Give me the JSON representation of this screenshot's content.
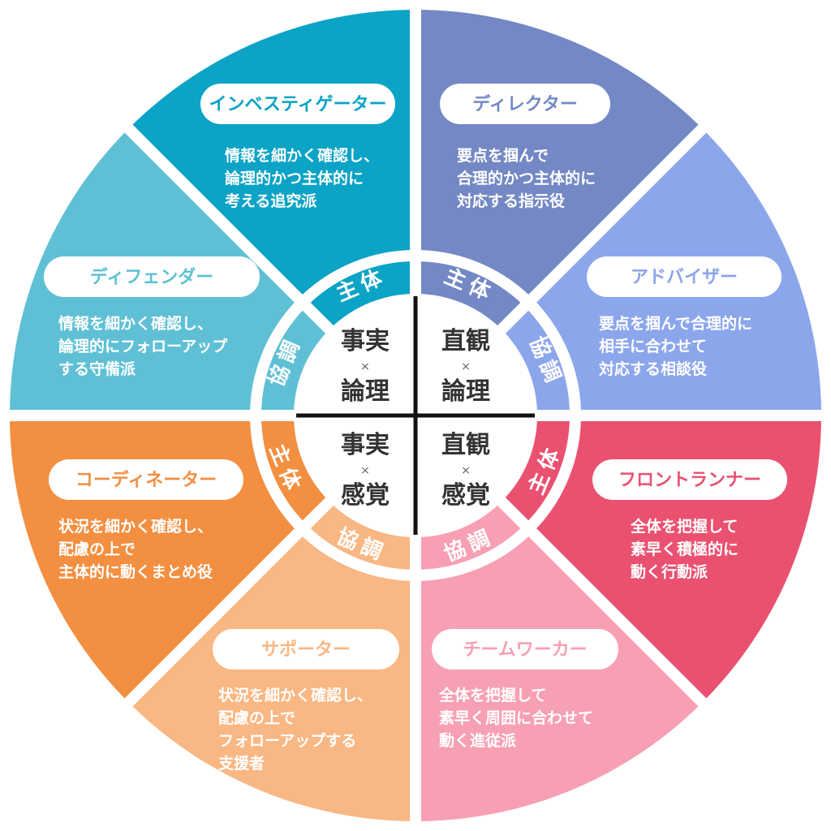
{
  "segments": [
    {
      "id": "investigator",
      "title": "インベスティゲーター",
      "color": "#0ba3c6",
      "desc": [
        "情報を細かく確認し、",
        "論理的かつ主体的に",
        "考える追究派"
      ]
    },
    {
      "id": "director",
      "title": "ディレクター",
      "color": "#7388c4",
      "desc": [
        "要点を掴んで",
        "合理的かつ主体的に",
        "対応する指示役"
      ]
    },
    {
      "id": "adviser",
      "title": "アドバイザー",
      "color": "#8ca6ec",
      "desc": [
        "要点を掴んで合理的に",
        "相手に合わせて",
        "対応する相談役"
      ]
    },
    {
      "id": "frontrunner",
      "title": "フロントランナー",
      "color": "#ea5170",
      "desc": [
        "全体を把握して",
        "素早く積極的に",
        "動く行動派"
      ]
    },
    {
      "id": "teamworker",
      "title": "チームワーカー",
      "color": "#f7a0b4",
      "desc": [
        "全体を把握して",
        "素早く周囲に合わせて",
        "動く進従派"
      ]
    },
    {
      "id": "supporter",
      "title": "サポーター",
      "color": "#f9b783",
      "desc": [
        "状況を細かく確認し、",
        "配慮の上で",
        "フォローアップする",
        "支援者"
      ]
    },
    {
      "id": "coordinator",
      "title": "コーディネーター",
      "color": "#f38f41",
      "desc": [
        "状況を細かく確認し、",
        "配慮の上で",
        "主体的に動くまとめ役"
      ]
    },
    {
      "id": "defender",
      "title": "ディフェンダー",
      "color": "#5fc0d5",
      "desc": [
        "情報を細かく確認し、",
        "論理的にフォローアップ",
        "する守備派"
      ]
    }
  ],
  "ring_labels": {
    "shutai": "主体",
    "kyocho": "協調"
  },
  "center": {
    "tl": {
      "top": "事実",
      "bottom": "論理"
    },
    "tr": {
      "top": "直観",
      "bottom": "論理"
    },
    "bl": {
      "top": "事実",
      "bottom": "感覚"
    },
    "br": {
      "top": "直観",
      "bottom": "感覚"
    },
    "times": "×"
  }
}
